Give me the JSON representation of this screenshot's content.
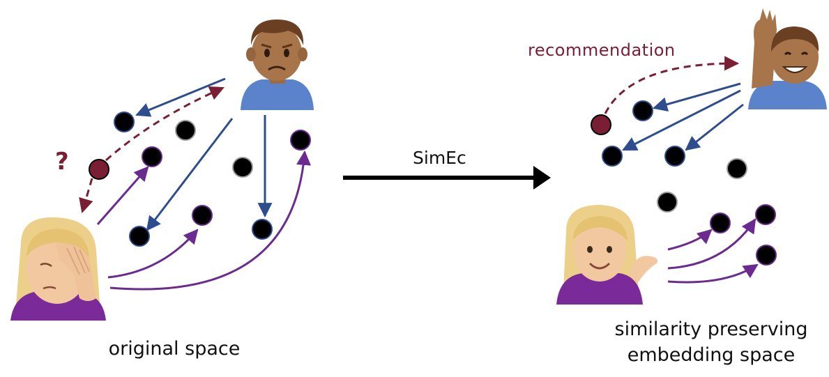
{
  "labels": {
    "left_caption": "original space",
    "right_caption_line1": "similarity preserving",
    "right_caption_line2": "embedding space",
    "method": "SimEc",
    "recommendation": "recommendation",
    "question": "?"
  },
  "colors": {
    "blue_arrow": "#2e4d8f",
    "purple_arrow": "#6b2a8f",
    "recommendation": "#7a1f33",
    "dot_fill": "#000000",
    "gray_dot_stroke": "#9a9a9a"
  },
  "icons": {
    "man_sad": "man-frowning-icon",
    "woman_facepalm": "woman-facepalming-icon",
    "man_raising_hand": "man-raising-hand-icon",
    "woman_tipping_hand": "woman-tipping-hand-icon"
  }
}
